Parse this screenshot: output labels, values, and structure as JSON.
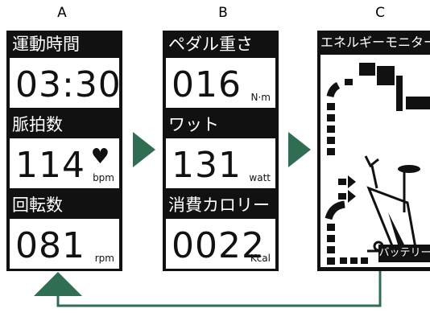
{
  "columns": [
    {
      "letter": "A"
    },
    {
      "letter": "B"
    },
    {
      "letter": "C"
    }
  ],
  "panelA": {
    "time_label": "運動時間",
    "time_value": "03:30",
    "pulse_label": "脈拍数",
    "pulse_value": "114",
    "pulse_unit": "bpm",
    "rpm_label": "回転数",
    "rpm_value": "081",
    "rpm_unit": "rpm"
  },
  "panelB": {
    "load_label": "ペダル重さ",
    "load_value": "016",
    "load_unit": "N·m",
    "watt_label": "ワット",
    "watt_value": "131",
    "watt_unit": "watt",
    "cal_label": "消費カロリー",
    "cal_value": "0022",
    "cal_unit": "Kcal"
  },
  "panelC": {
    "title": "エネルギーモニター",
    "battery_label": "バッテリー"
  },
  "colors": {
    "arrow": "#2f6e52",
    "panel": "#111111"
  },
  "icons": [
    "heart-icon",
    "exercise-bike-icon"
  ]
}
